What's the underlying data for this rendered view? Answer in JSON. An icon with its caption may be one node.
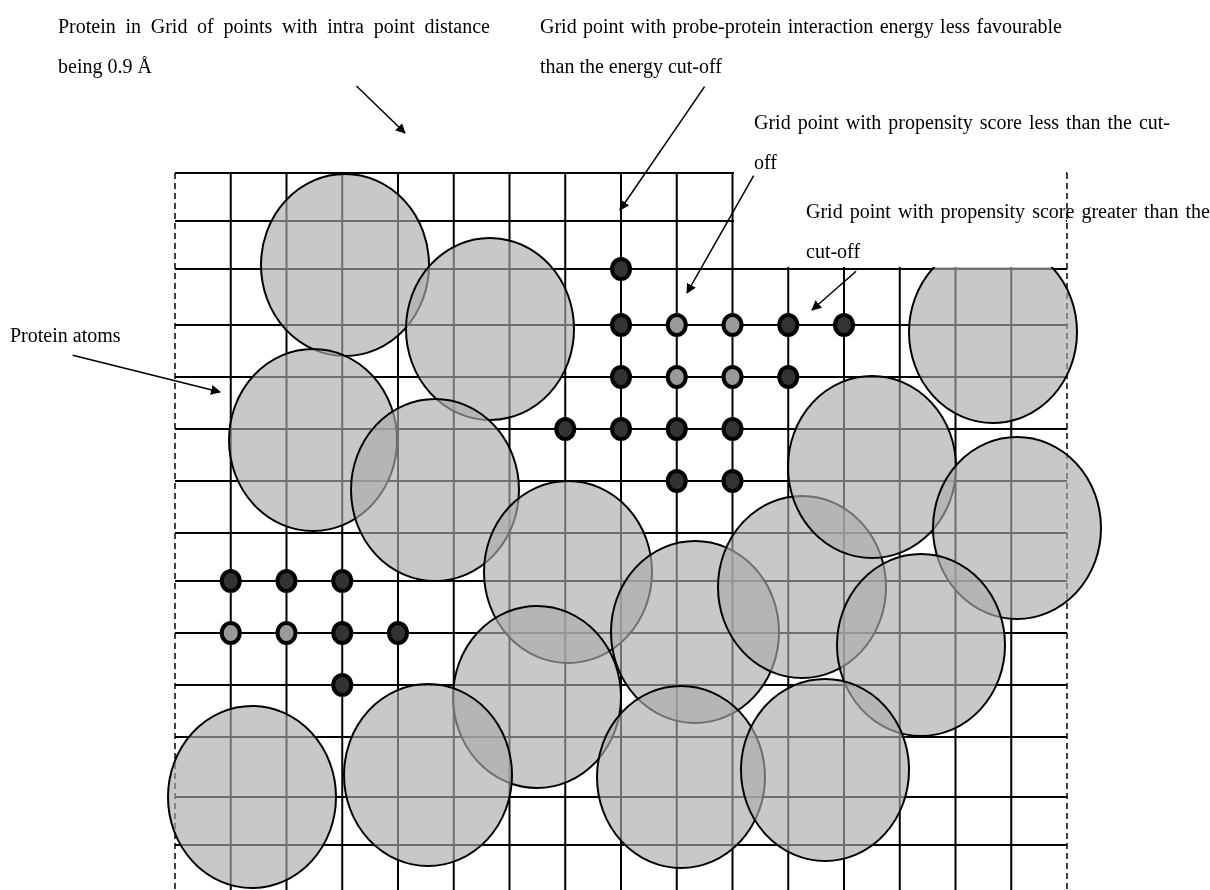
{
  "diagram": {
    "nodes": [
      {
        "text": [
          "Protein in Grid of points with intra point distance being 0.9 Å"
        ]
      },
      {
        "text": [
          "Grid point with probe-protein interaction energy less favourable than the energy cut-off"
        ]
      },
      {
        "text": [
          "Grid point with propensity score less than the cut-off"
        ]
      },
      {
        "text": [
          "Grid point with propensity score greater than the cut-off"
        ]
      },
      {
        "text": [
          "Protein atoms"
        ]
      }
    ],
    "edges": [
      {
        "from": 0,
        "to": null,
        "arrow": "to"
      },
      {
        "from": 1,
        "to": null,
        "arrow": "to"
      },
      {
        "from": 2,
        "to": null,
        "arrow": "to"
      },
      {
        "from": 3,
        "to": null,
        "arrow": "to"
      },
      {
        "from": 4,
        "to": null,
        "arrow": "to"
      }
    ]
  }
}
